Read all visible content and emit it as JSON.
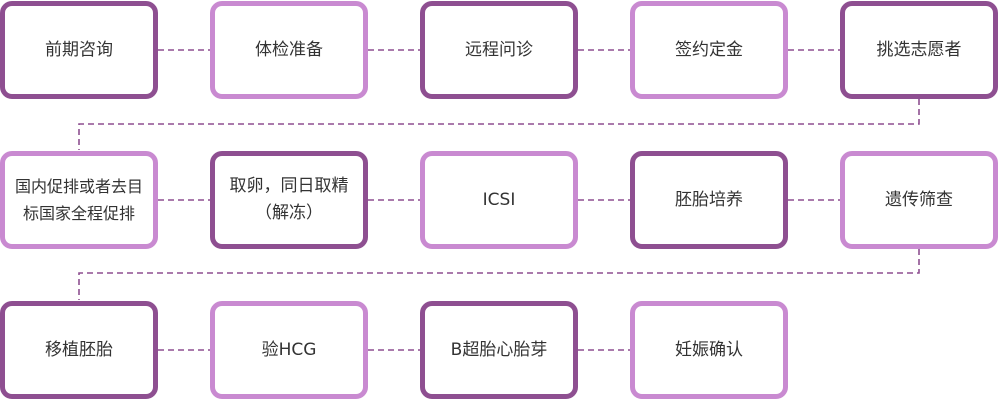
{
  "steps": [
    {
      "id": "consult",
      "label": "前期咨询",
      "style": "dark"
    },
    {
      "id": "checkup",
      "label": "体检准备",
      "style": "light"
    },
    {
      "id": "remote",
      "label": "远程问诊",
      "style": "dark"
    },
    {
      "id": "contract",
      "label": "签约定金",
      "style": "light"
    },
    {
      "id": "donor",
      "label": "挑选志愿者",
      "style": "dark"
    },
    {
      "id": "stimulation",
      "label": "国内促排或者去目\n标国家全程促排",
      "style": "light"
    },
    {
      "id": "retrieval",
      "label": "取卵，同日取精\n（解冻）",
      "style": "dark"
    },
    {
      "id": "icsi",
      "label": "ICSI",
      "style": "light"
    },
    {
      "id": "culture",
      "label": "胚胎培养",
      "style": "dark"
    },
    {
      "id": "screening",
      "label": "遗传筛查",
      "style": "light"
    },
    {
      "id": "transfer",
      "label": "移植胚胎",
      "style": "dark"
    },
    {
      "id": "hcg",
      "label": "验HCG",
      "style": "light"
    },
    {
      "id": "ultrasound",
      "label": "B超胎心胎芽",
      "style": "dark"
    },
    {
      "id": "confirm",
      "label": "妊娠确认",
      "style": "light"
    }
  ],
  "colors": {
    "dark": "#8e4f91",
    "light": "#c98ad1",
    "connector": "#8e4f91",
    "text": "#333333"
  }
}
